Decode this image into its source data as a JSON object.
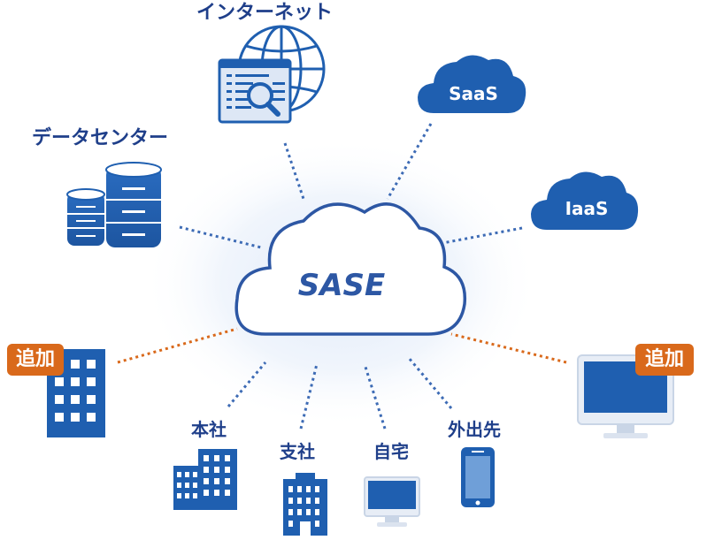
{
  "center": {
    "label": "SASE"
  },
  "nodes": {
    "internet": {
      "label": "インターネット"
    },
    "datacenter": {
      "label": "データセンター"
    },
    "saas": {
      "label": "SaaS"
    },
    "iaas": {
      "label": "IaaS"
    },
    "headquarters": {
      "label": "本社"
    },
    "branch": {
      "label": "支社"
    },
    "home": {
      "label": "自宅"
    },
    "remote": {
      "label": "外出先"
    },
    "added_building": {
      "badge": "追加"
    },
    "added_monitor": {
      "badge": "追加"
    }
  },
  "colors": {
    "primary_blue": "#1f5fb0",
    "dark_blue": "#1f3f8a",
    "light_blue": "#a9c3e6",
    "accent_orange": "#d9691b",
    "cloud_outline": "#2d57a4"
  },
  "icons": [
    "globe-icon",
    "search-window-icon",
    "database-icon",
    "cloud-icon",
    "building-icon",
    "desktop-monitor-icon",
    "smartphone-icon"
  ]
}
